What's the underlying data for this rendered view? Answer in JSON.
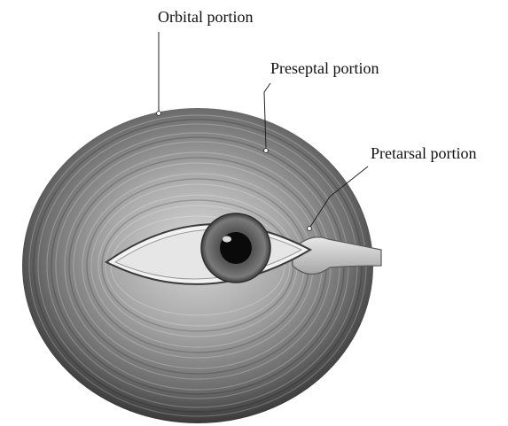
{
  "labels": {
    "orbital": "Orbital portion",
    "preseptal": "Preseptal portion",
    "pretarsal": "Pretarsal portion"
  },
  "colors": {
    "background": "#ffffff",
    "muscle_dark": "#3a3a3a",
    "muscle_mid": "#8a8a8a",
    "muscle_light": "#cfcfcf",
    "iris": "#555555",
    "pupil": "#0a0a0a",
    "leader_line": "#222222"
  },
  "icons": {
    "muscle": "orbicularis-oculi-muscle",
    "eye": "eye-illustration",
    "tendon": "medial-palpebral-tendon"
  }
}
